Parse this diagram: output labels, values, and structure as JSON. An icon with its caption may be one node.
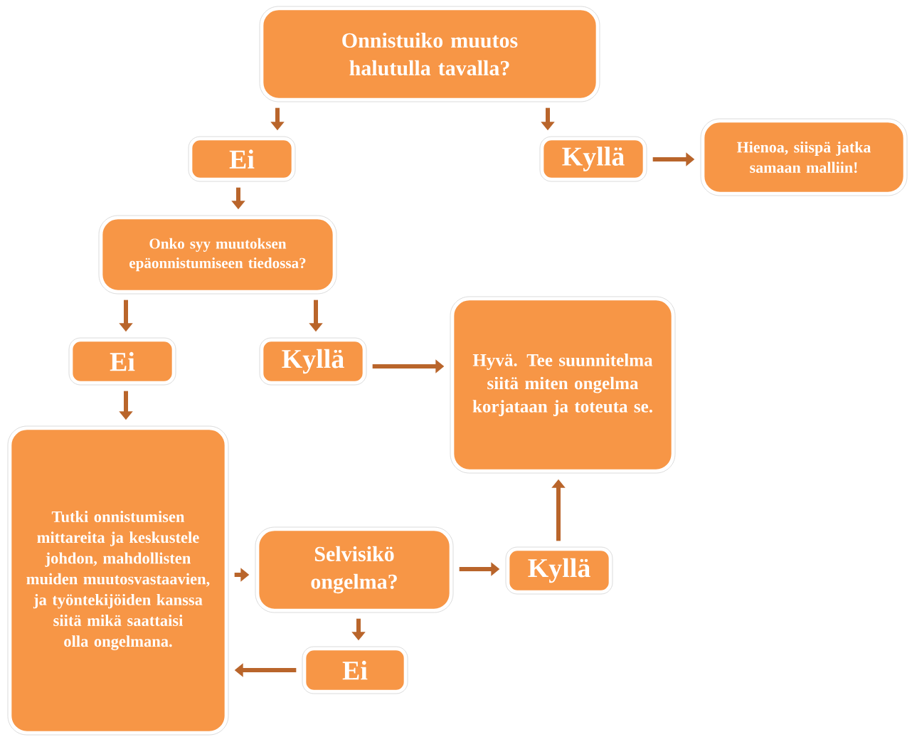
{
  "diagram": {
    "nodes": [
      {
        "text": [
          "Onnistuiko muutos halutulla tavalla?"
        ]
      },
      {
        "text": [
          "Ei"
        ]
      },
      {
        "text": [
          "Kyllä"
        ]
      },
      {
        "text": [
          "Hienoa, siispä jatka samaan malliin!"
        ]
      },
      {
        "text": [
          "Onko syy muutoksen epäonnistumiseen tiedossa?"
        ]
      },
      {
        "text": [
          "Ei"
        ]
      },
      {
        "text": [
          "Kyllä"
        ]
      },
      {
        "text": [
          "Hyvä. Tee suunnitelma siitä miten ongelma korjataan ja toteuta se."
        ]
      },
      {
        "text": [
          "Tutki onnistumisen mittareita ja keskustele johdon, mahdollisten muiden muutosvastaavien, ja työntekijöiden kanssa siitä mikä saattaisi olla ongelmana."
        ]
      },
      {
        "text": [
          "Selvisikö ongelma?"
        ]
      },
      {
        "text": [
          "Kyllä"
        ]
      },
      {
        "text": [
          "Ei"
        ]
      }
    ],
    "edges": [
      {
        "from": 0,
        "to": 1,
        "arrow": "to"
      },
      {
        "from": 0,
        "to": 2,
        "arrow": "to"
      },
      {
        "from": 2,
        "to": 3,
        "arrow": "to"
      },
      {
        "from": 1,
        "to": 4,
        "arrow": "to"
      },
      {
        "from": 4,
        "to": 5,
        "arrow": "to"
      },
      {
        "from": 4,
        "to": 6,
        "arrow": "to"
      },
      {
        "from": 6,
        "to": 7,
        "arrow": "to"
      },
      {
        "from": 5,
        "to": 8,
        "arrow": "to"
      },
      {
        "from": 8,
        "to": 9,
        "arrow": "to"
      },
      {
        "from": 9,
        "to": 10,
        "arrow": "to"
      },
      {
        "from": 10,
        "to": 7,
        "arrow": "to"
      },
      {
        "from": 9,
        "to": 11,
        "arrow": "to"
      },
      {
        "from": 11,
        "to": 8,
        "arrow": "to"
      }
    ]
  }
}
